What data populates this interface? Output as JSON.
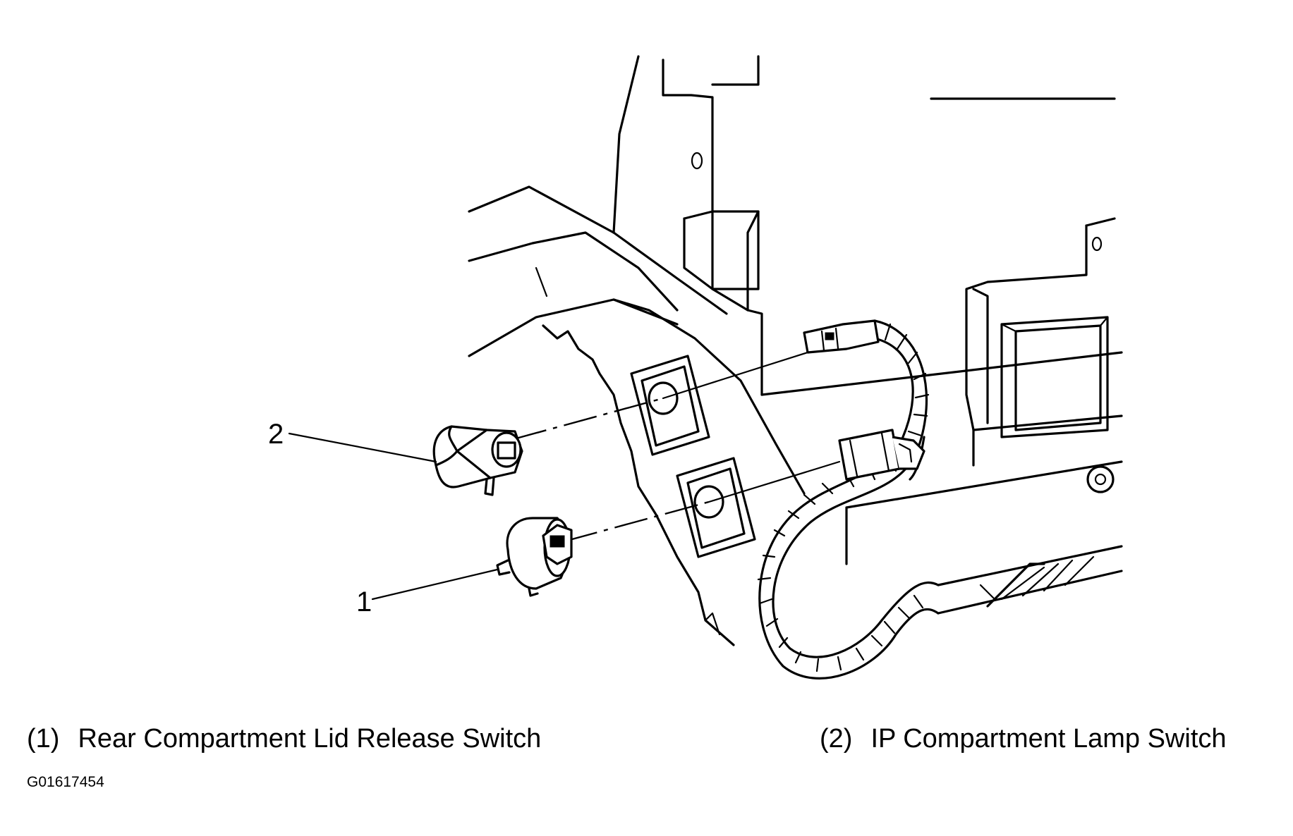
{
  "callouts": [
    {
      "number": "2"
    },
    {
      "number": "1"
    }
  ],
  "legend": [
    {
      "number": "(1)",
      "label": "Rear Compartment Lid Release Switch"
    },
    {
      "number": "(2)",
      "label": "IP Compartment Lamp Switch"
    }
  ],
  "figure_id": "G01617454"
}
